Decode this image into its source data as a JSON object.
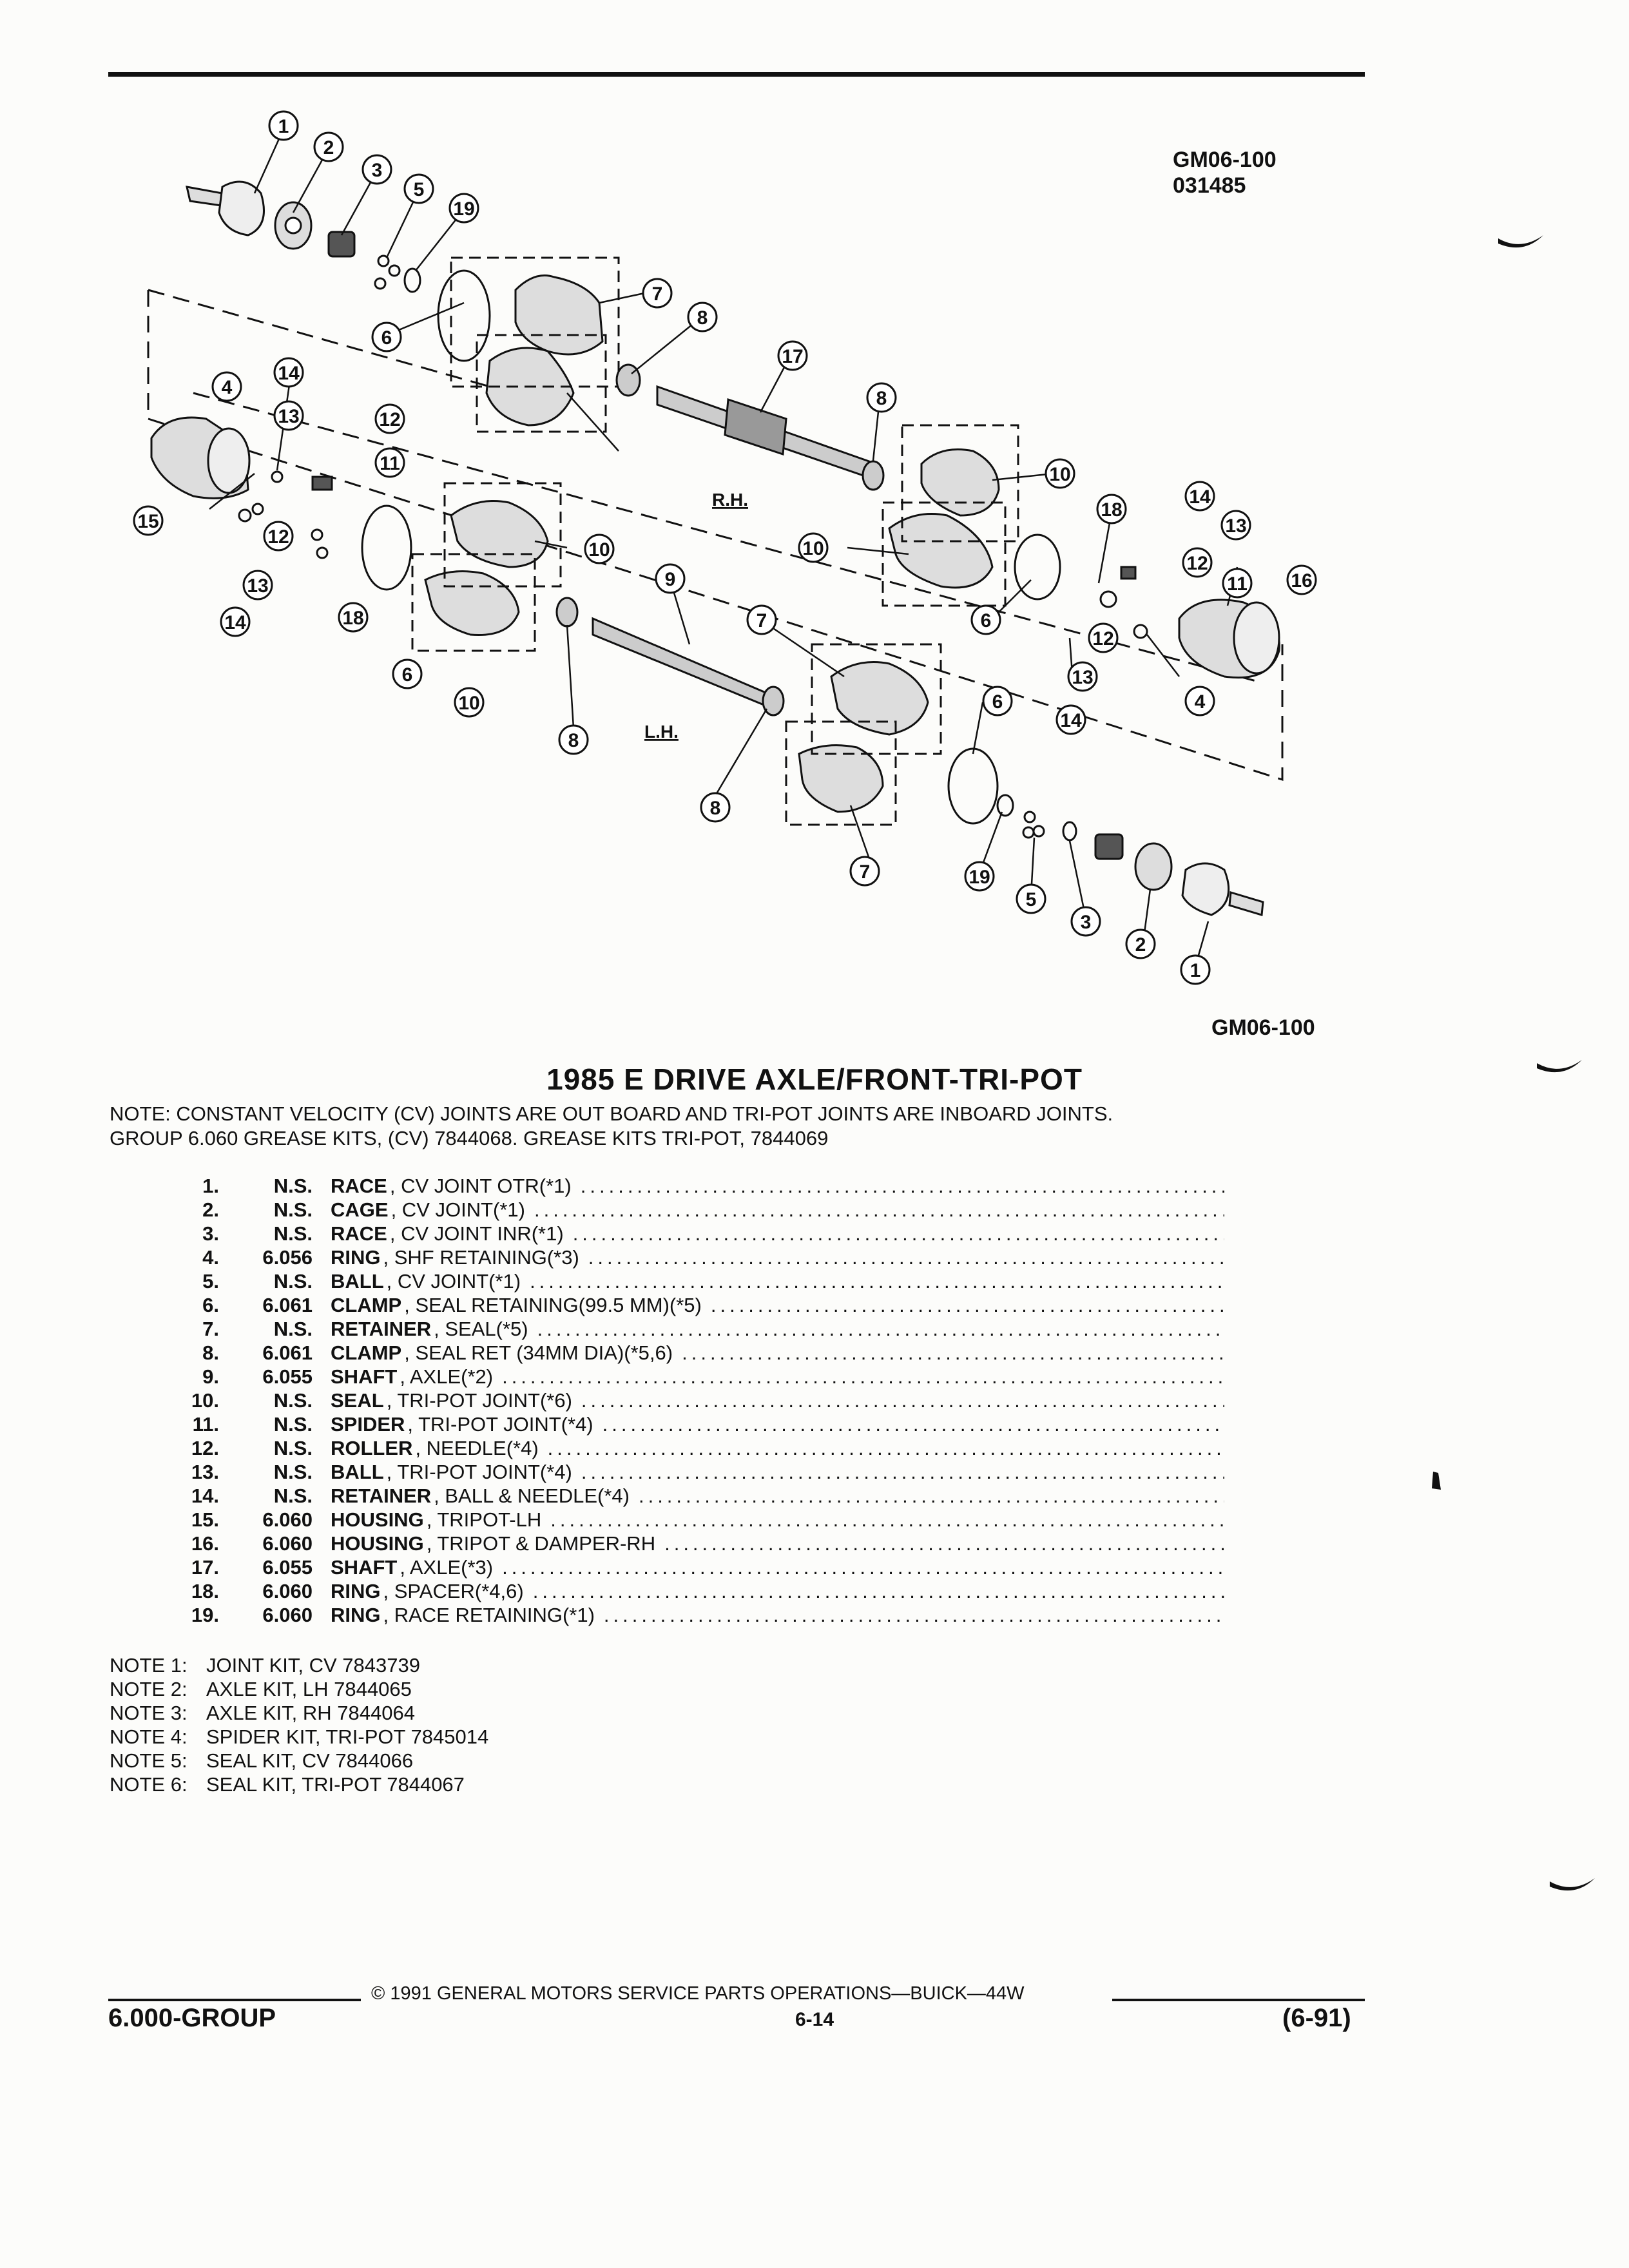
{
  "header": {
    "ref_code": "GM06-100",
    "ref_date": "031485"
  },
  "figure": {
    "code": "GM06-100",
    "callouts": [
      "1",
      "2",
      "3",
      "5",
      "19",
      "6",
      "7",
      "8",
      "17",
      "8",
      "4",
      "14",
      "13",
      "12",
      "11",
      "15",
      "12",
      "13",
      "14",
      "18",
      "6",
      "10",
      "9",
      "10",
      "8",
      "7",
      "6",
      "8",
      "7",
      "10",
      "18",
      "14",
      "13",
      "12",
      "11",
      "16",
      "4",
      "13",
      "14",
      "12",
      "10",
      "6",
      "19",
      "5",
      "3",
      "2",
      "1"
    ],
    "labels": {
      "rh": "R.H.",
      "lh": "L.H."
    }
  },
  "title": "1985 E DRIVE AXLE/FRONT-TRI-POT",
  "note_lines": [
    "NOTE:  CONSTANT VELOCITY (CV) JOINTS ARE OUT BOARD AND TRI-POT JOINTS ARE INBOARD JOINTS.",
    "GROUP 6.060 GREASE KITS, (CV) 7844068. GREASE KITS TRI-POT, 7844069"
  ],
  "parts": [
    {
      "num": "1.",
      "group": "N.S.",
      "name": "RACE",
      "desc": ", CV JOINT OTR(*1)"
    },
    {
      "num": "2.",
      "group": "N.S.",
      "name": "CAGE",
      "desc": ", CV JOINT(*1)"
    },
    {
      "num": "3.",
      "group": "N.S.",
      "name": "RACE",
      "desc": ", CV JOINT INR(*1)"
    },
    {
      "num": "4.",
      "group": "6.056",
      "name": "RING",
      "desc": ", SHF RETAINING(*3)"
    },
    {
      "num": "5.",
      "group": "N.S.",
      "name": "BALL",
      "desc": ", CV JOINT(*1)"
    },
    {
      "num": "6.",
      "group": "6.061",
      "name": "CLAMP",
      "desc": ", SEAL RETAINING(99.5 MM)(*5)"
    },
    {
      "num": "7.",
      "group": "N.S.",
      "name": "RETAINER",
      "desc": ", SEAL(*5)"
    },
    {
      "num": "8.",
      "group": "6.061",
      "name": "CLAMP",
      "desc": ", SEAL RET (34MM DIA)(*5,6)"
    },
    {
      "num": "9.",
      "group": "6.055",
      "name": "SHAFT",
      "desc": ", AXLE(*2)"
    },
    {
      "num": "10.",
      "group": "N.S.",
      "name": "SEAL",
      "desc": ", TRI-POT JOINT(*6)"
    },
    {
      "num": "11.",
      "group": "N.S.",
      "name": "SPIDER",
      "desc": ", TRI-POT JOINT(*4)"
    },
    {
      "num": "12.",
      "group": "N.S.",
      "name": "ROLLER",
      "desc": ", NEEDLE(*4)"
    },
    {
      "num": "13.",
      "group": "N.S.",
      "name": "BALL",
      "desc": ", TRI-POT JOINT(*4)"
    },
    {
      "num": "14.",
      "group": "N.S.",
      "name": "RETAINER",
      "desc": ", BALL & NEEDLE(*4)"
    },
    {
      "num": "15.",
      "group": "6.060",
      "name": "HOUSING",
      "desc": ", TRIPOT-LH"
    },
    {
      "num": "16.",
      "group": "6.060",
      "name": "HOUSING",
      "desc": ", TRIPOT & DAMPER-RH"
    },
    {
      "num": "17.",
      "group": "6.055",
      "name": "SHAFT",
      "desc": ", AXLE(*3)"
    },
    {
      "num": "18.",
      "group": "6.060",
      "name": "RING",
      "desc": ", SPACER(*4,6)"
    },
    {
      "num": "19.",
      "group": "6.060",
      "name": "RING",
      "desc": ", RACE RETAINING(*1)"
    }
  ],
  "kit_notes": [
    {
      "label": "NOTE 1:",
      "text": "JOINT KIT, CV 7843739"
    },
    {
      "label": "NOTE 2:",
      "text": "AXLE KIT, LH 7844065"
    },
    {
      "label": "NOTE 3:",
      "text": "AXLE KIT, RH 7844064"
    },
    {
      "label": "NOTE 4:",
      "text": "SPIDER KIT, TRI-POT 7845014"
    },
    {
      "label": "NOTE 5:",
      "text": "SEAL KIT, CV 7844066"
    },
    {
      "label": "NOTE 6:",
      "text": "SEAL KIT, TRI-POT 7844067"
    }
  ],
  "footer": {
    "copyright": "© 1991  GENERAL MOTORS SERVICE PARTS OPERATIONS—BUICK—44W",
    "group": "6.000-GROUP",
    "page": "6-14",
    "date": "(6-91)"
  }
}
